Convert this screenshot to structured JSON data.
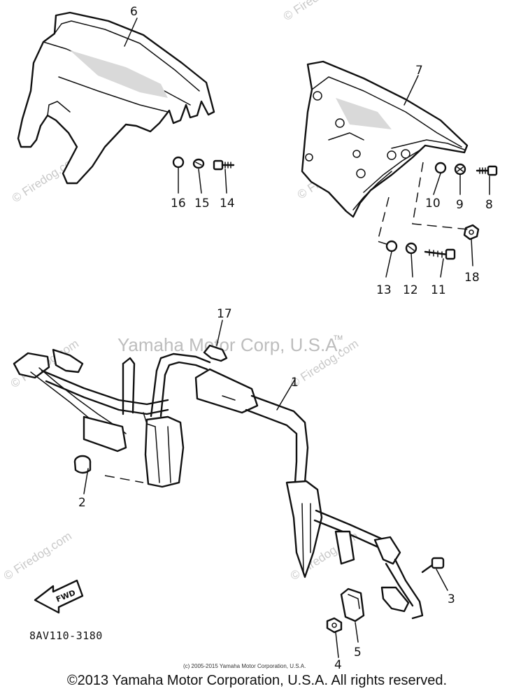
{
  "diagram": {
    "callouts": {
      "c1": "1",
      "c2": "2",
      "c3": "3",
      "c4": "4",
      "c5": "5",
      "c6": "6",
      "c7": "7",
      "c8": "8",
      "c9": "9",
      "c10": "10",
      "c11": "11",
      "c12": "12",
      "c13": "13",
      "c14": "14",
      "c15": "15",
      "c16": "16",
      "c17": "17",
      "c18": "18"
    },
    "part_number": "8AV110-3180",
    "fwd_label": "FWD",
    "watermarks": {
      "center": "Yamaha Motor Corp, U.S.A.",
      "tm": "TM",
      "firedog": "© Firedog.com"
    },
    "small_copyright": "(c) 2005-2015 Yamaha Motor Corporation, U.S.A."
  },
  "footer": {
    "copyright": "©2013 Yamaha Motor Corporation, U.S.A. All rights reserved."
  }
}
